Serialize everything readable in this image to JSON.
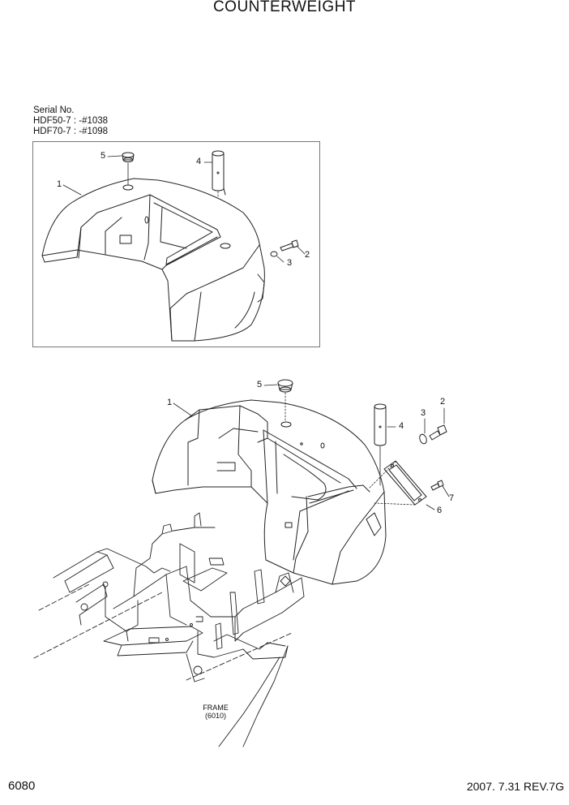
{
  "title": "COUNTERWEIGHT",
  "serial": {
    "heading": "Serial No.",
    "lines": [
      "HDF50-7 : -#1038",
      "HDF70-7 : -#1098"
    ]
  },
  "inset_labels": [
    "1",
    "2",
    "3",
    "4",
    "5"
  ],
  "main_labels": [
    "1",
    "2",
    "3",
    "4",
    "5",
    "6",
    "7"
  ],
  "frame_ref": {
    "line1": "FRAME",
    "line2": "(6010)"
  },
  "footer": {
    "page": "6080",
    "revision": "2007. 7.31  REV.7G"
  }
}
